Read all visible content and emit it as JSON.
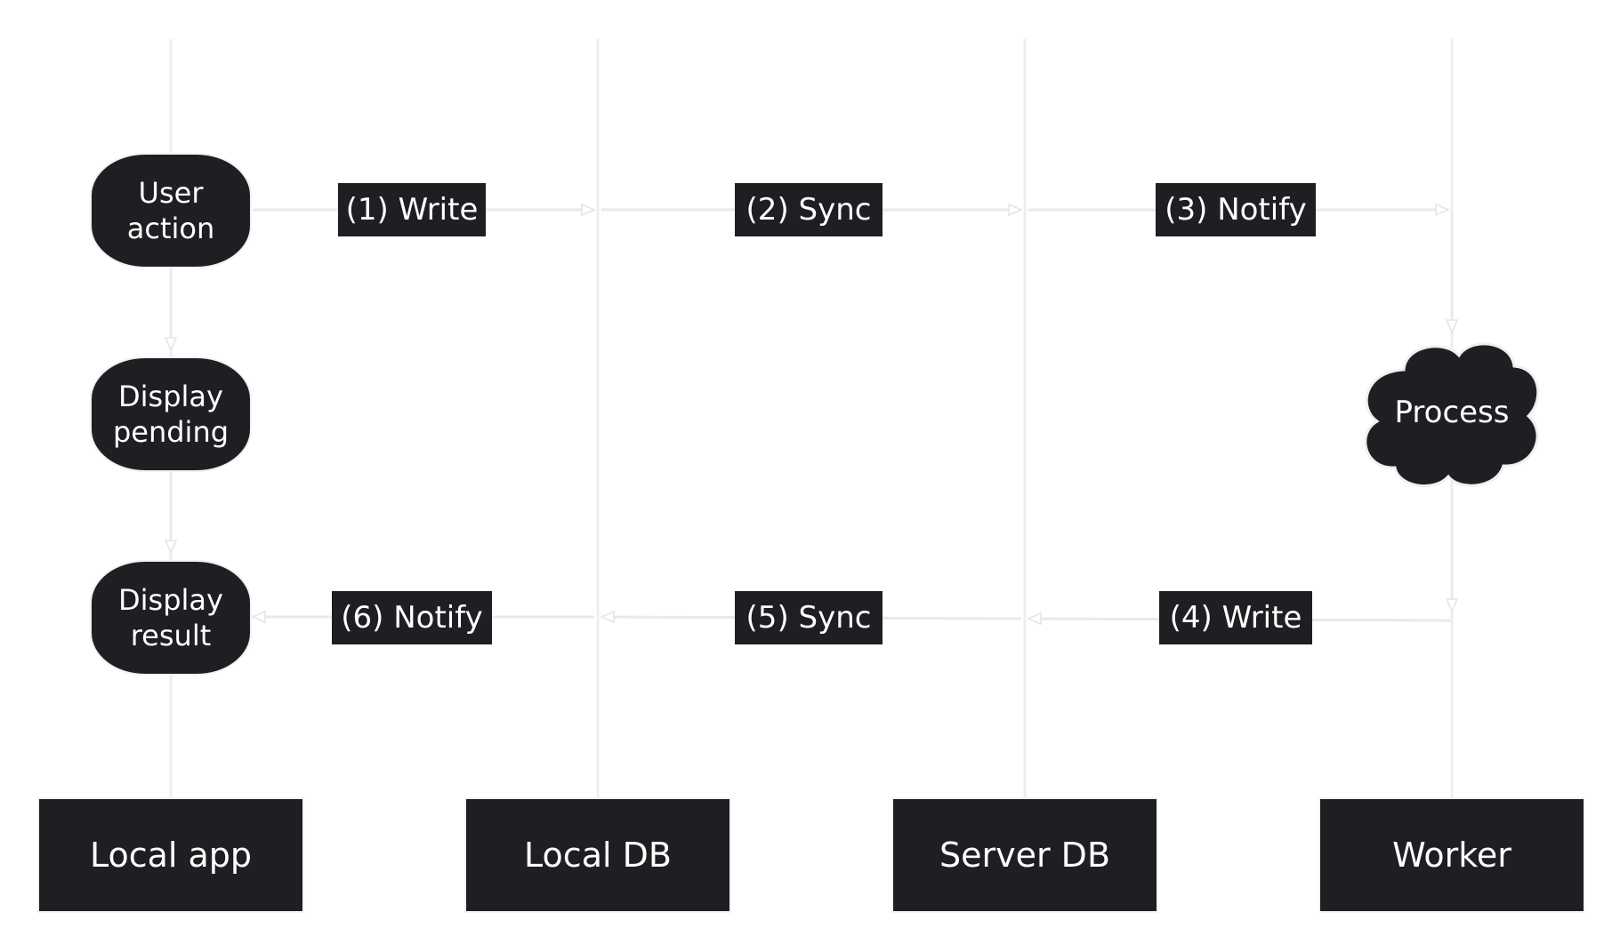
{
  "lanes": {
    "local_app": "Local app",
    "local_db": "Local DB",
    "server_db": "Server DB",
    "worker": "Worker"
  },
  "nodes": {
    "user_action": "User\naction",
    "display_pending": "Display\npending",
    "display_result": "Display\nresult",
    "process": "Process"
  },
  "edges": {
    "write_1": "(1) Write",
    "sync_2": "(2) Sync",
    "notify_3": "(3) Notify",
    "write_4": "(4) Write",
    "sync_5": "(5) Sync",
    "notify_6": "(6) Notify"
  },
  "colors": {
    "node_fill": "#1e1f22",
    "text": "#ffffff",
    "line": "#ececec"
  }
}
